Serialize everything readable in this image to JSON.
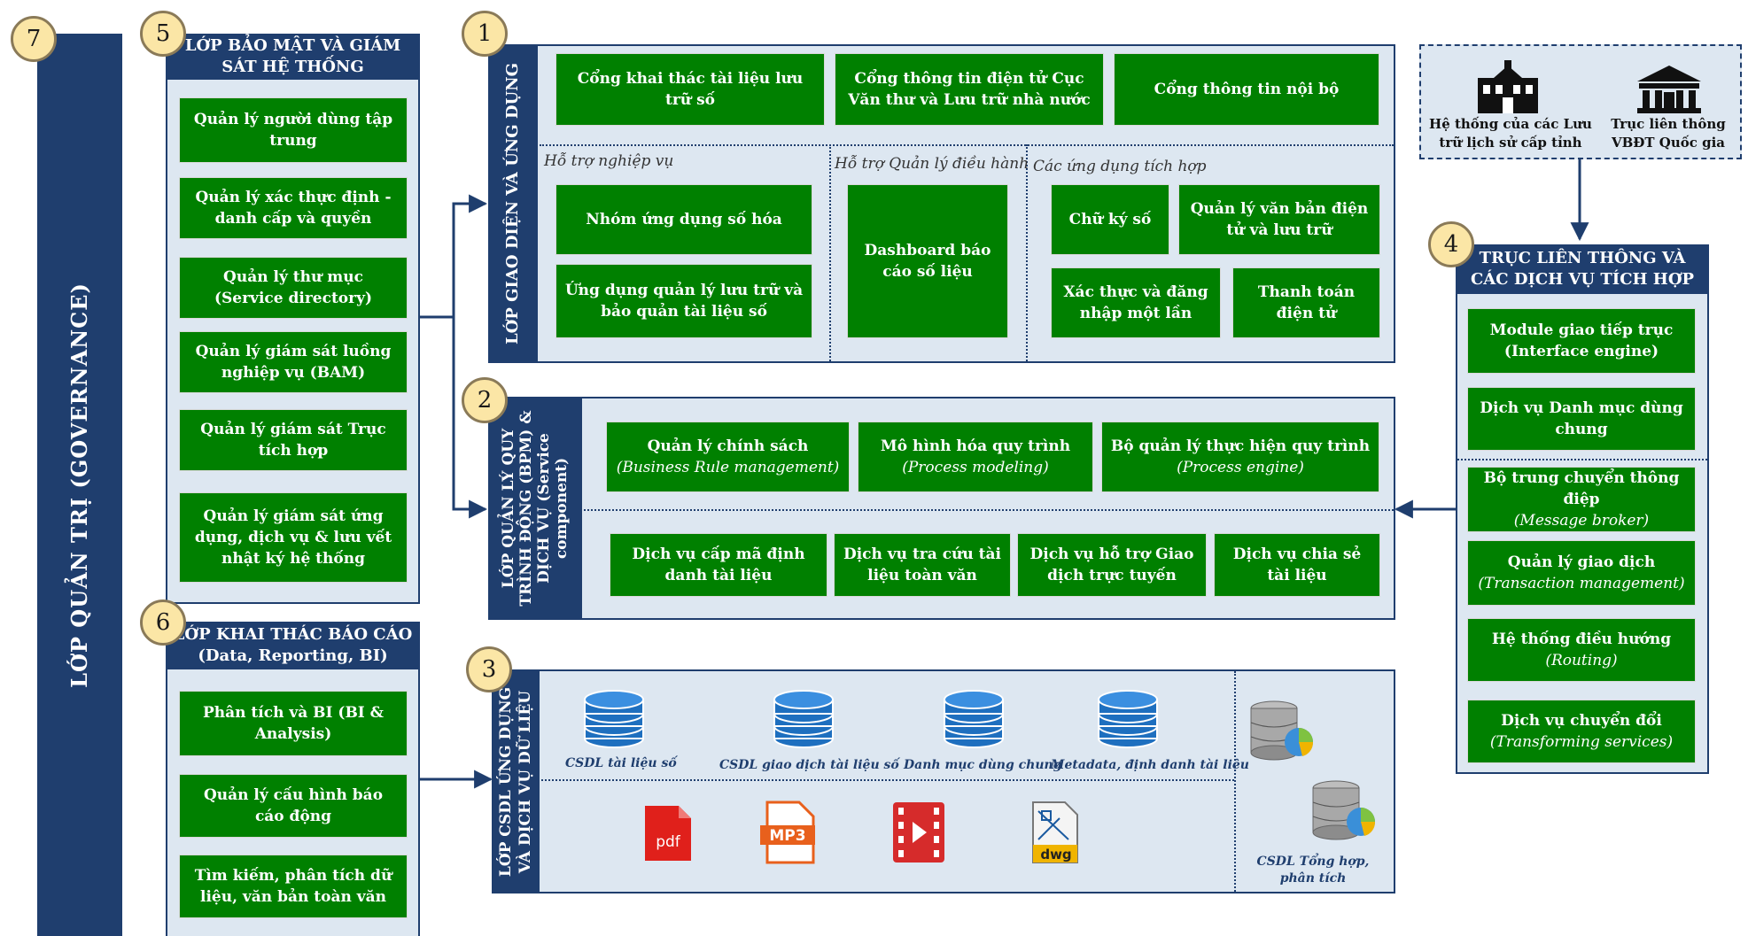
{
  "governance": {
    "badge": "7",
    "title": "LỚP QUẢN TRỊ (GOVERNANCE)"
  },
  "security": {
    "badge": "5",
    "title_l1": "LỚP BẢO MẬT VÀ GIÁM",
    "title_l2": "SÁT HỆ THỐNG",
    "items": [
      "Quản lý người dùng tập trung",
      "Quản lý xác thực định - danh cấp và quyền",
      "Quản lý thư mục (Service directory)",
      "Quản lý giám sát luồng nghiệp vụ (BAM)",
      "Quản lý giám sát Trục tích hợp",
      "Quản lý giám sát ứng dụng, dịch vụ & lưu vết nhật ký hệ thống"
    ]
  },
  "reporting": {
    "badge": "6",
    "title_l1": "LỚP KHAI THÁC BÁO CÁO",
    "title_l2": "(Data, Reporting, BI)",
    "items": [
      "Phân tích và BI (BI & Analysis)",
      "Quản lý cấu hình báo cáo động",
      "Tìm kiếm, phân tích dữ liệu, văn bản toàn văn"
    ]
  },
  "app_layer": {
    "badge": "1",
    "title": "LỚP GIAO DIỆN VÀ ỨNG DỤNG",
    "portals": [
      "Cổng khai thác tài liệu lưu trữ số",
      "Cổng thông tin điện tử Cục Văn thư và Lưu trữ nhà nước",
      "Cổng thông tin nội bộ"
    ],
    "group1_label": "Hỗ trợ nghiệp vụ",
    "group1_items": [
      "Nhóm ứng dụng số hóa",
      "Ứng dụng quản lý lưu trữ và bảo quản tài liệu số"
    ],
    "group2_label": "Hỗ trợ Quản lý điều hành",
    "group2_items": [
      "Dashboard báo cáo số liệu"
    ],
    "group3_label": "Các ứng dụng tích hợp",
    "group3_items": [
      "Chữ ký số",
      "Quản lý văn bản điện tử và lưu trữ",
      "Xác thực và đăng nhập một lần",
      "Thanh toán điện tử"
    ]
  },
  "bpm_layer": {
    "badge": "2",
    "title_l1": "LỚP QUẢN LÝ QUY",
    "title_l2": "TRÌNH ĐỘNG (BPM) &",
    "title_l3": "DỊCH VỤ (Service",
    "title_l4": "component)",
    "row1": [
      {
        "main": "Quản lý chính sách",
        "sub": "(Business Rule management)"
      },
      {
        "main": "Mô hình hóa quy trình",
        "sub": "(Process modeling)"
      },
      {
        "main": "Bộ quản lý thực hiện quy trình",
        "sub": "(Process engine)"
      }
    ],
    "row2": [
      "Dịch vụ cấp mã định danh tài liệu",
      "Dịch vụ tra cứu tài liệu toàn văn",
      "Dịch vụ hỗ trợ Giao dịch trực tuyến",
      "Dịch vụ chia sẻ tài liệu"
    ]
  },
  "data_layer": {
    "badge": "3",
    "title_l1": "LỚP CSDL ỨNG DỤNG",
    "title_l2": "VÀ DỊCH VỤ DỮ LIỆU",
    "dbs": [
      "CSDL tài liệu số",
      "CSDL giao dịch tài liệu số",
      "Danh mục dùng chung",
      "Metadata, định danh tài liệu"
    ],
    "files": [
      "pdf",
      "MP3",
      "video",
      "dwg"
    ],
    "summary_db": "CSDL Tổng hợp, phân tích"
  },
  "external": {
    "system1": "Hệ thống của các Lưu trữ lịch sử cấp tỉnh",
    "system2": "Trục liên thông VBĐT Quốc gia"
  },
  "integration": {
    "badge": "4",
    "title_l1": "TRỤC LIÊN THÔNG VÀ",
    "title_l2": "CÁC DỊCH VỤ TÍCH HỢP",
    "items_top": [
      {
        "main": "Module giao tiếp trục (Interface engine)",
        "sub": ""
      },
      {
        "main": "Dịch vụ Danh mục dùng chung",
        "sub": ""
      }
    ],
    "items_bottom": [
      {
        "main": "Bộ trung chuyển thông điệp",
        "sub": "(Message broker)"
      },
      {
        "main": "Quản lý giao dịch",
        "sub": "(Transaction management)"
      },
      {
        "main": "Hệ thống điều hướng",
        "sub": "(Routing)"
      },
      {
        "main": "Dịch vụ chuyển đổi",
        "sub": "(Transforming services)"
      }
    ]
  },
  "colors": {
    "navy": "#1f3e6e",
    "green": "#008000",
    "panel": "#dde7f1",
    "badge": "#fbe6a6"
  }
}
